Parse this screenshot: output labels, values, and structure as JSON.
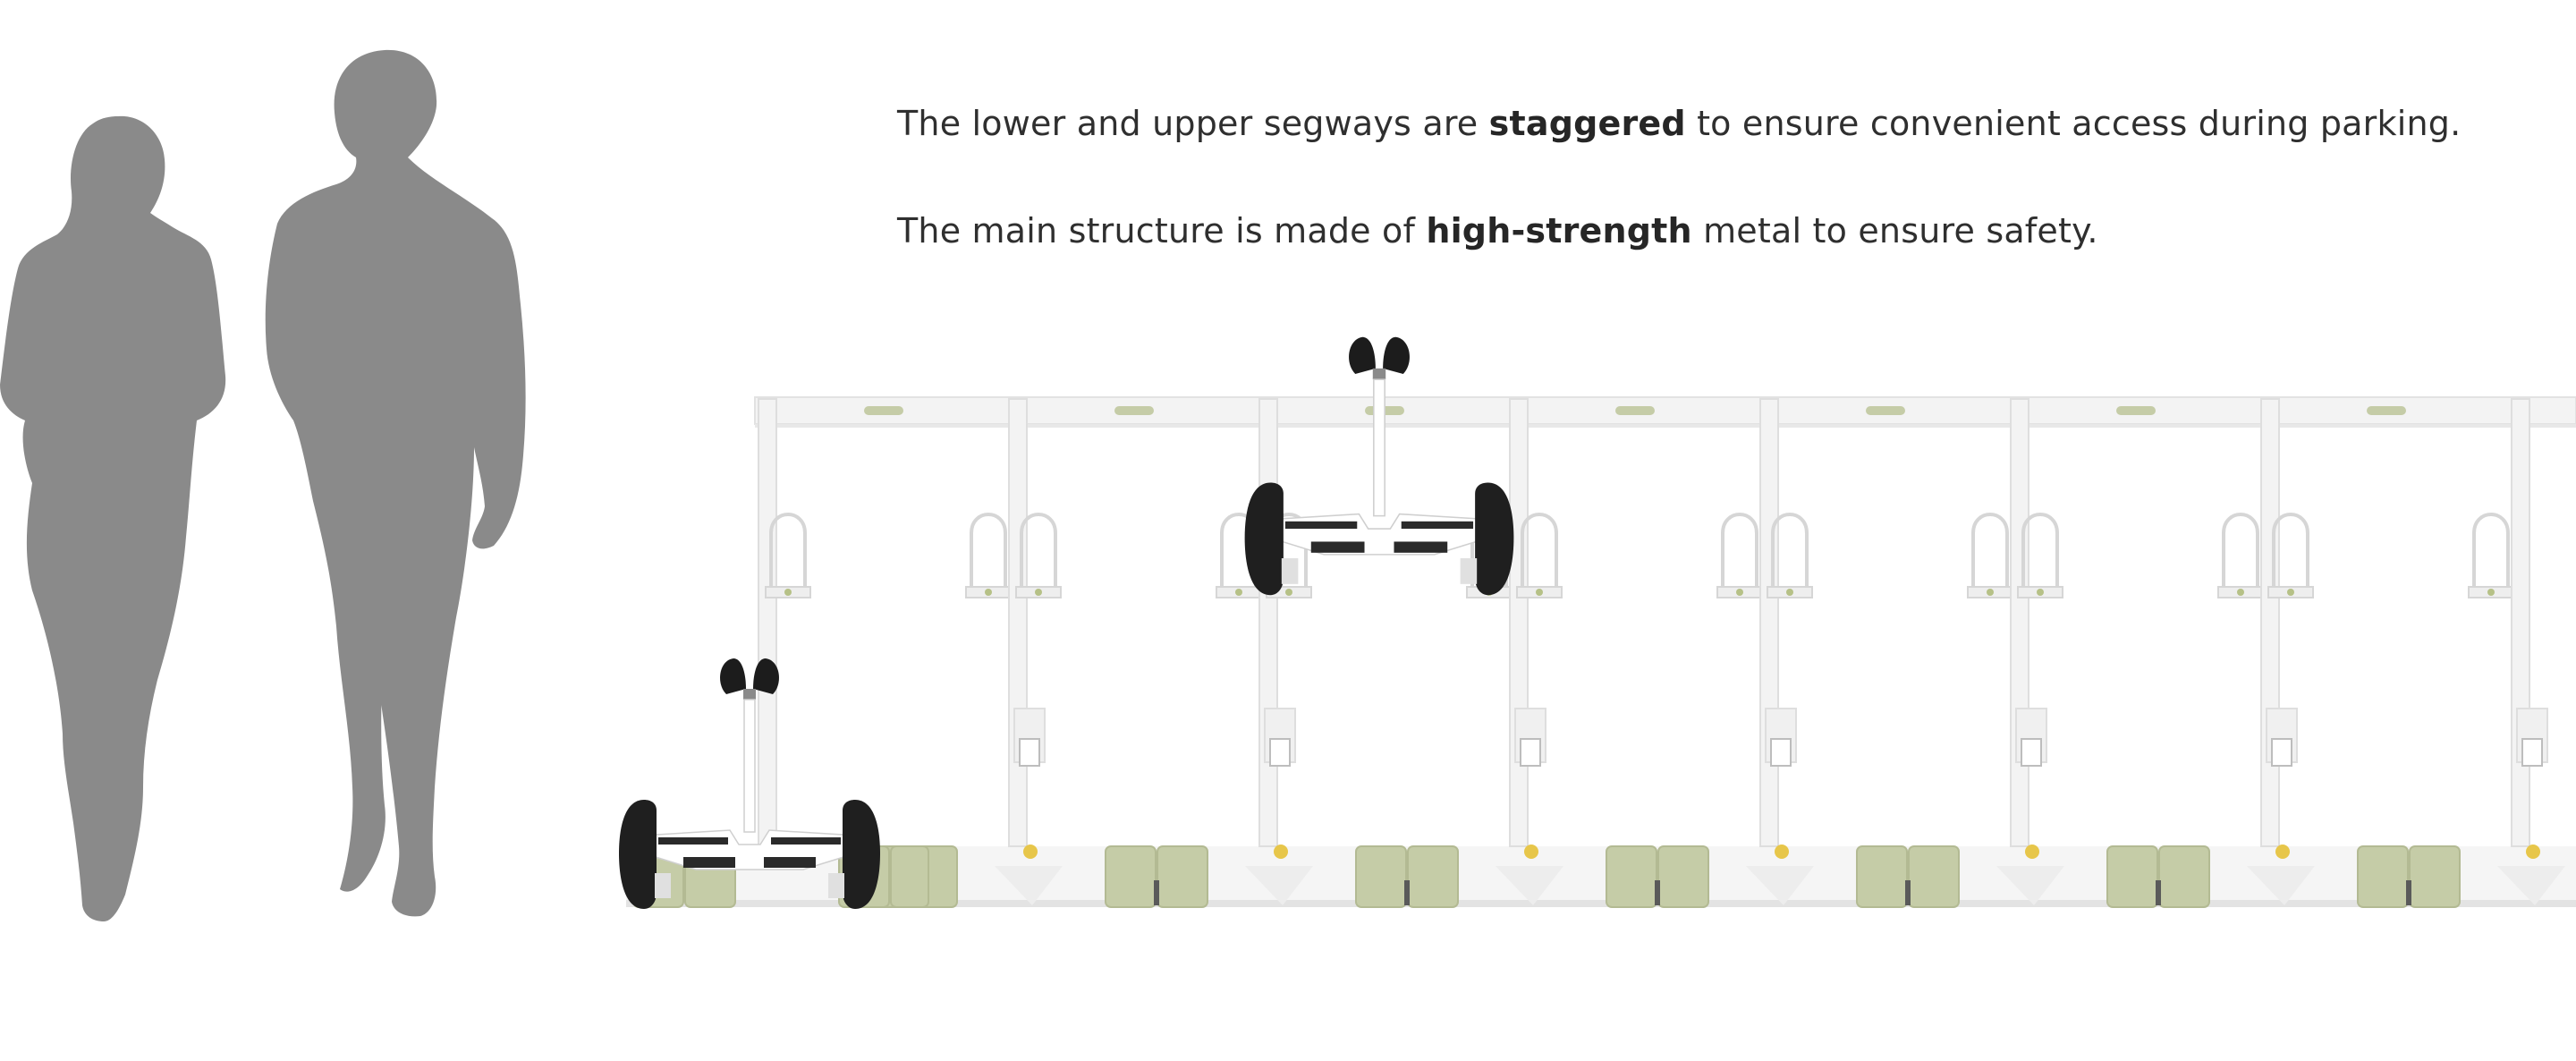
{
  "caption": {
    "line1": {
      "before": "The lower and upper segways are ",
      "emphasis": "staggered",
      "after": " to ensure convenient access during parking."
    },
    "line2": {
      "before": "The main structure is made of ",
      "emphasis": "high-strength",
      "after": " metal to ensure safety."
    }
  },
  "rack": {
    "bays": 7,
    "upper_rail_hooks": 7,
    "base_slots": 7
  },
  "colors": {
    "silhouette": "#8a8a8a",
    "frame": "#f3f3f3",
    "frame_edge": "#dedede",
    "accent_pad": "#c5cca7",
    "indicator": "#e7c64a",
    "segway_wheel": "#1f1f1f",
    "segway_body": "#ffffff",
    "text": "#2f2f2f"
  },
  "icons": [
    "person-female-silhouette-icon",
    "person-male-silhouette-icon",
    "segway-icon",
    "lock-loop-icon",
    "indicator-light-icon"
  ]
}
